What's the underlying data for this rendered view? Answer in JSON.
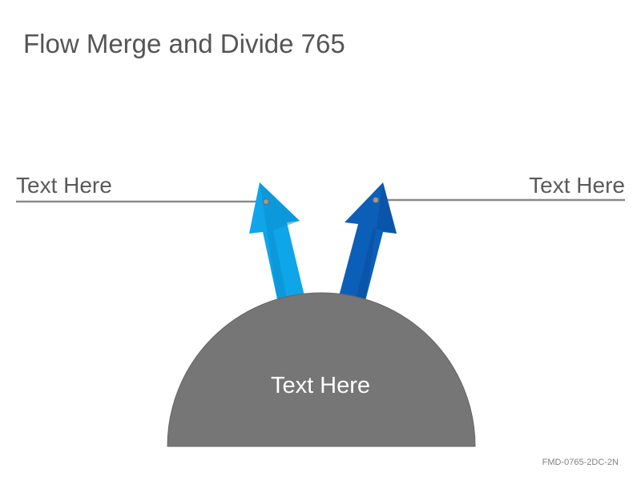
{
  "title": "Flow Merge and Divide 765",
  "labels": {
    "left": "Text Here",
    "right": "Text Here",
    "center": "Text Here"
  },
  "footer": "FMD-0765-2DC-2N",
  "colors": {
    "dome": "#767676",
    "arrow_left": "#0ea5e9",
    "arrow_left_shade": "#0b8fd0",
    "arrow_right": "#0b5fb8",
    "arrow_right_shade": "#0a4f9e",
    "connector_line": "#8a8a8a",
    "title_text": "#555555"
  }
}
